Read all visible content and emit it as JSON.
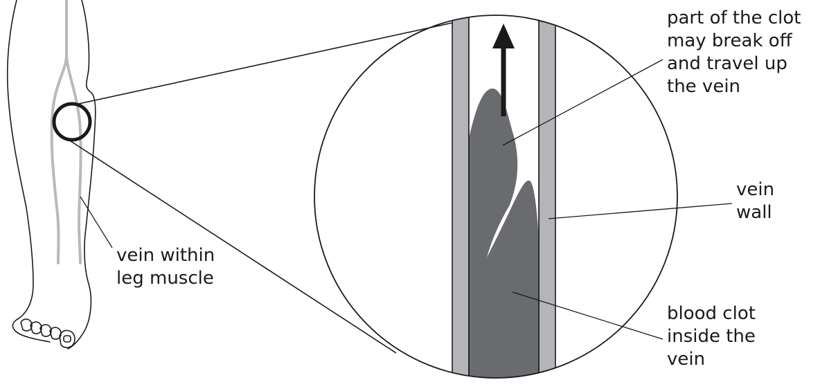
{
  "labels": {
    "clot_travel": [
      "part of the clot",
      "may break off",
      "and travel up",
      "the vein"
    ],
    "vein_wall": [
      "vein",
      "wall"
    ],
    "blood_clot": [
      "blood clot",
      "inside the",
      "vein"
    ],
    "vein_in_muscle": [
      "vein within",
      "leg muscle"
    ]
  },
  "colors": {
    "vein_wall": "#b3b5b8",
    "clot": "#6a6b6e",
    "leg_vein": "#b8b9bb",
    "outline": "#1a1a1a",
    "background": "#ffffff"
  }
}
